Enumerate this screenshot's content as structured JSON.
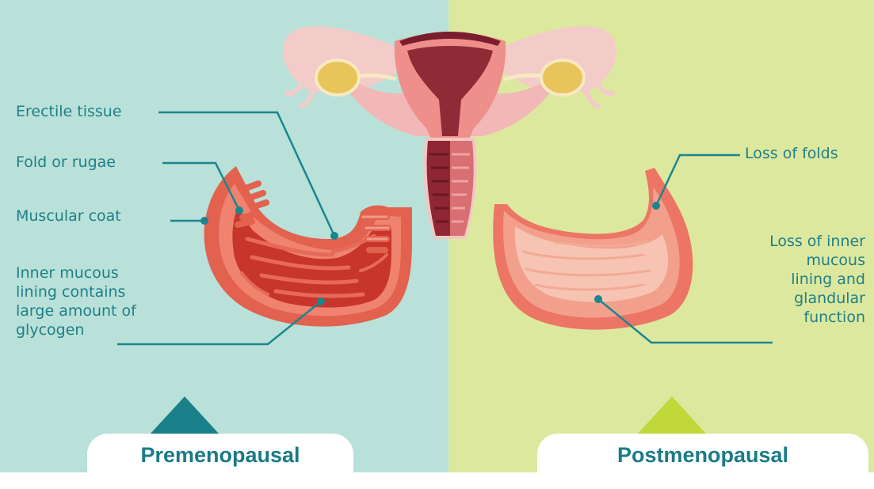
{
  "colors": {
    "premenopausal_bg": "#b9e1d9",
    "postmenopausal_bg": "#dde89f",
    "label_text": "#1f7f88",
    "leader_line": "#1b8690",
    "premenopausal_accent": "#19808a",
    "postmenopausal_accent": "#c0d839"
  },
  "premenopausal": {
    "title": "Premenopausal",
    "labels": {
      "erectile_tissue": "Erectile tissue",
      "fold_or_rugae": "Fold or rugae",
      "muscular_coat": "Muscular coat",
      "inner_mucous": [
        "Inner mucous",
        "lining contains",
        "large amount of",
        "glycogen"
      ]
    }
  },
  "postmenopausal": {
    "title": "Postmenopausal",
    "labels": {
      "loss_of_folds": "Loss of folds",
      "loss_of_inner": [
        "Loss of inner",
        "mucous",
        "lining and",
        "glandular",
        "function"
      ]
    }
  }
}
